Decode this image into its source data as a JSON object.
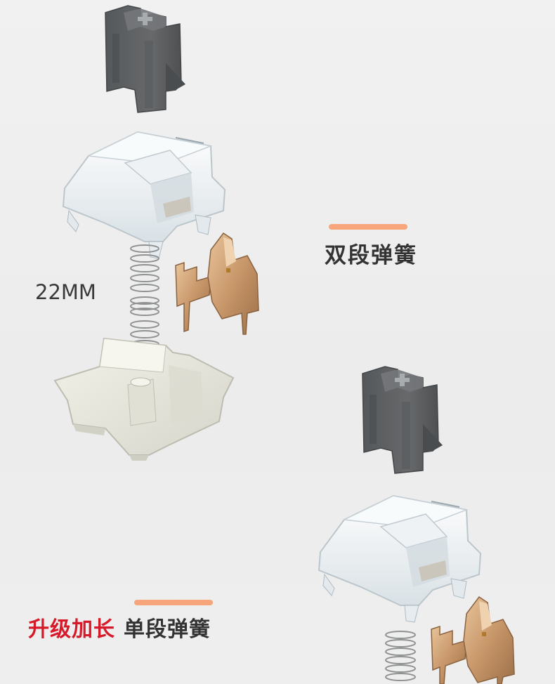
{
  "labels": {
    "dual_spring": "双段弹簧",
    "spring_length": "22MM",
    "upgrade_text": "升级加长",
    "single_spring": "单段弹簧"
  },
  "colors": {
    "accent_bar": "#f6a67a",
    "highlight_text": "#d61a29",
    "body_text": "#333333",
    "stem": "#5e6062",
    "housing_clear": "#dfe6ea",
    "housing_bottom": "#e7e6dc",
    "contact_leaf": "#c99a6e",
    "spring": "#9a9a9a"
  },
  "icons": [
    "switch-stem-icon",
    "clear-top-housing-icon",
    "spring-icon",
    "contact-leaf-icon",
    "bottom-housing-icon"
  ]
}
